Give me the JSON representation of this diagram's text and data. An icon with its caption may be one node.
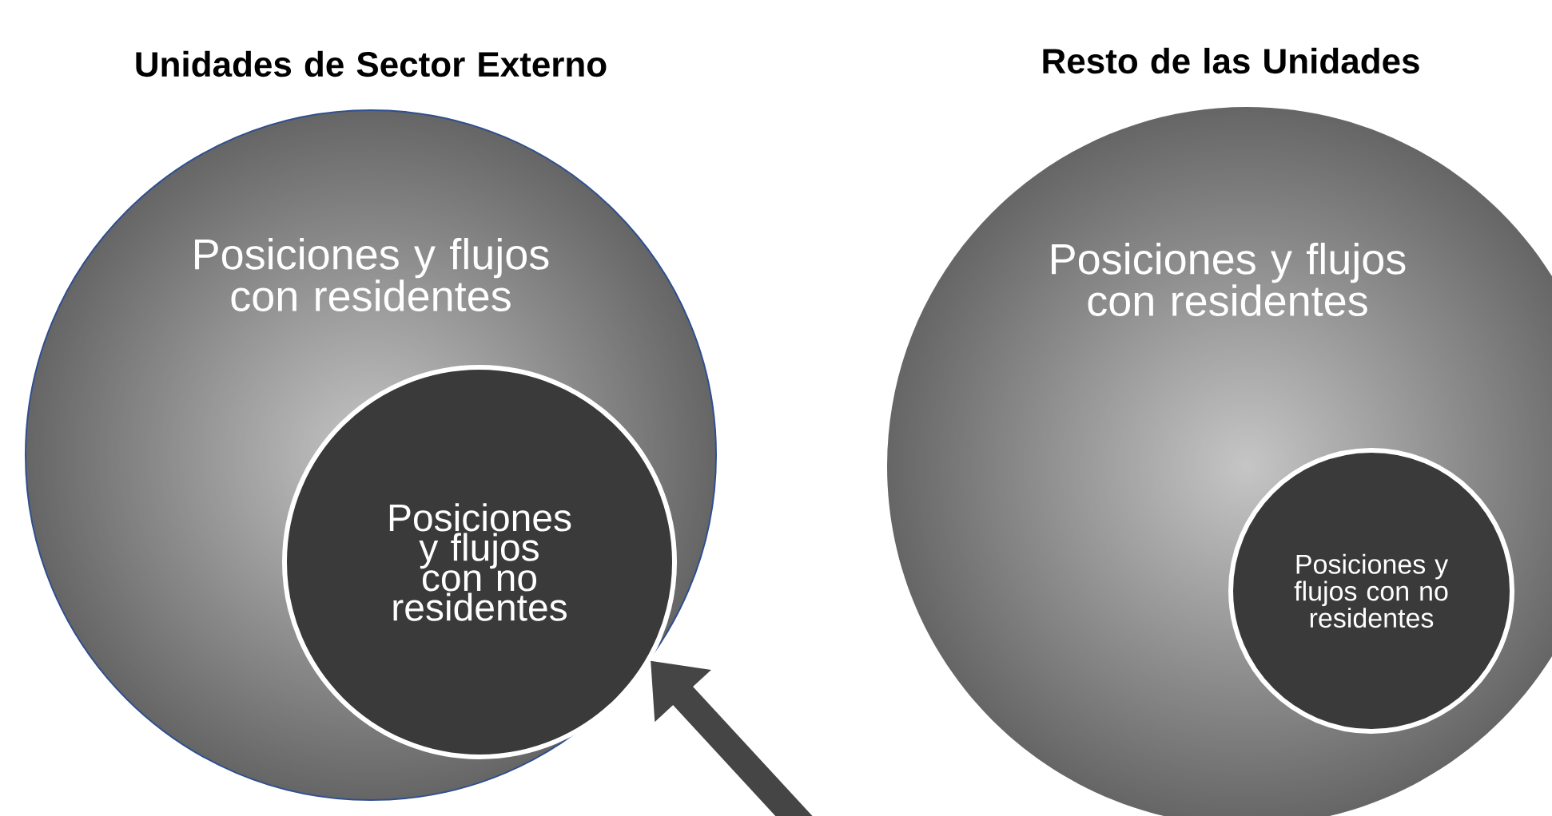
{
  "diagram": {
    "nodes": [
      {
        "text": [
          "Unidades de Sector Externo",
          "Posiciones y flujos con residentes"
        ]
      },
      {
        "text": [
          "Posiciones y flujos con no residentes"
        ],
        "in": 0
      },
      {
        "text": [
          "Resto de las Unidades",
          "Posiciones y flujos con residentes"
        ]
      },
      {
        "text": [
          "Posiciones y flujos con no residentes"
        ],
        "in": 2
      }
    ],
    "edges": [
      {
        "from": null,
        "to": 1,
        "arrow": "to"
      }
    ]
  }
}
